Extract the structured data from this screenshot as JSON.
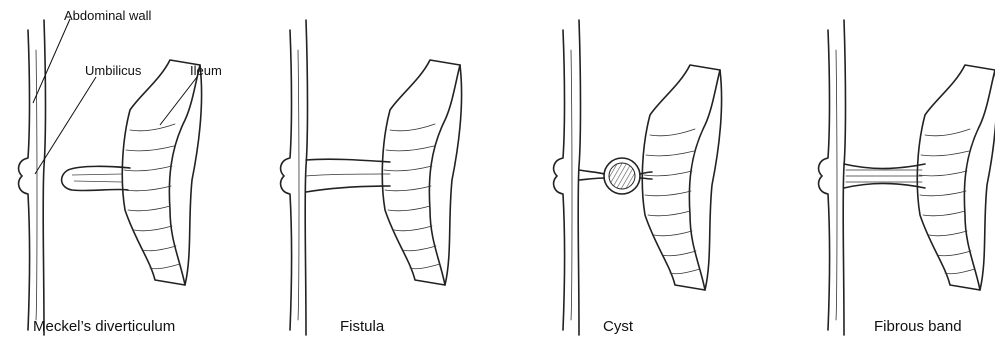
{
  "labels": {
    "abdominal_wall": "Abdominal wall",
    "umbilicus": "Umbilicus",
    "ileum": "Ileum"
  },
  "panels": [
    {
      "caption": "Meckel’s diverticulum"
    },
    {
      "caption": "Fistula"
    },
    {
      "caption": "Cyst"
    },
    {
      "caption": "Fibrous band"
    }
  ]
}
